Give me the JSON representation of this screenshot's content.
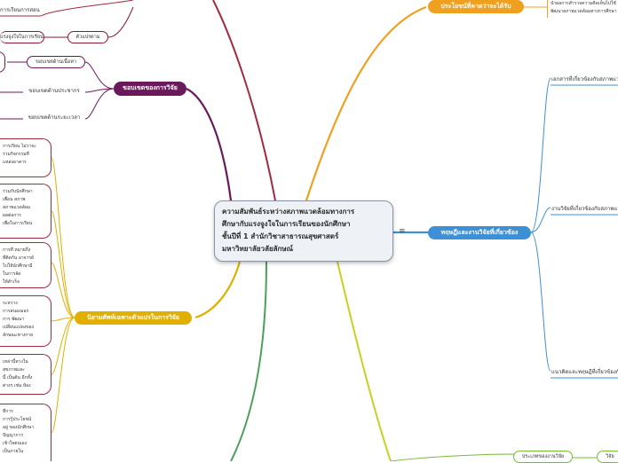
{
  "central": {
    "lines": [
      "ความสัมพันธ์ระหว่างสภาพแวดล้อมทางการ",
      "ศึกษากับแรงจูงใจในการเรียนของนักศึกษา",
      "ชั้นปีที่ 1 สำนักวิชาสาธารณสุขศาสตร์",
      "มหาวิทยาลัยวลัยลักษณ์"
    ]
  },
  "menu_icon": "≡",
  "branches": {
    "benefits": "ประโยชน์ที่คาดว่าจะได้รับ",
    "theory": "ทฤษฎีและงานวิจัยที่เกี่ยวข้อง",
    "scope": "ขอบเขตของการวิจัย",
    "definitions": "นิยามศัพท์เฉพาะตัวแปรในการวิจัย"
  },
  "benefits_text": [
    "นำผลการสำรวจความคิดเห็นไปใช้",
    "พัฒนาสภาพแวดล้อมทางการศึกษา"
  ],
  "theory_items": [
    "เอกสารที่เกี่ยวข้องกับสภาพแวดล้อม",
    "งานวิจัยที่เกี่ยวข้องกับสภาพแวดล้อม",
    "แนวคิดและทฤษฎีที่เกี่ยวข้องกับแรงจูงใจ"
  ],
  "scope_items": [
    "ขอบเขตด้านเนื้อหา",
    "ขอบเขตด้านประชากร",
    "ขอบเขตด้านระยะเวลา"
  ],
  "top_left": {
    "line1": "การเรียนการสอน",
    "item": "แรงจูงใจในการเรียน",
    "variable": "ตัวแปรตาม"
  },
  "definitions_texts": [
    [
      "การเรียน ไม่ว่าจะ",
      "ร่วมกิจกรรมที่",
      "แหล่งอาคาร"
    ],
    [
      "ร่วมกับนักศึกษา",
      "เพื่อน สภาพ",
      "สภาพแวดล้อม",
      "ผลต่อการ",
      "เพื่อในการเรียน"
    ],
    [
      "การที่ หมายถึง",
      "ที่ติดกัน อาจารย์",
      "ไปให้นักศึกษามี",
      "ในการจัด",
      "ให้สำเร็จ"
    ],
    [
      "ระหว่าง",
      "การสนองออก",
      "การ พัฒนา",
      "เปลี่ยนแปลงของ",
      "ลักษณะทางกาย"
    ],
    [
      "เหล่านี้ทางใน",
      "สุขภาพและ",
      "นี้ เป็นต้น อีกทั้ง",
      "ต่างๆ เช่น ห้อง"
    ],
    [
      "ที่การ",
      "การรู้ประโยชน์",
      "อยู่ ของนักศึกษา",
      "ปัญญาการ",
      "เข้าใจตนเอง",
      "เป็นภายใน"
    ]
  ],
  "bottom_right": {
    "item1": "ประเภทของงานวิจัย",
    "item2": "วิจัย"
  },
  "colors": {
    "benefits": "#f0a020",
    "theory": "#3d8fd6",
    "scope": "#6a1a5a",
    "definitions": "#e0b000",
    "bottom": "#7ab83a",
    "central_bg": "#eef2f7"
  }
}
